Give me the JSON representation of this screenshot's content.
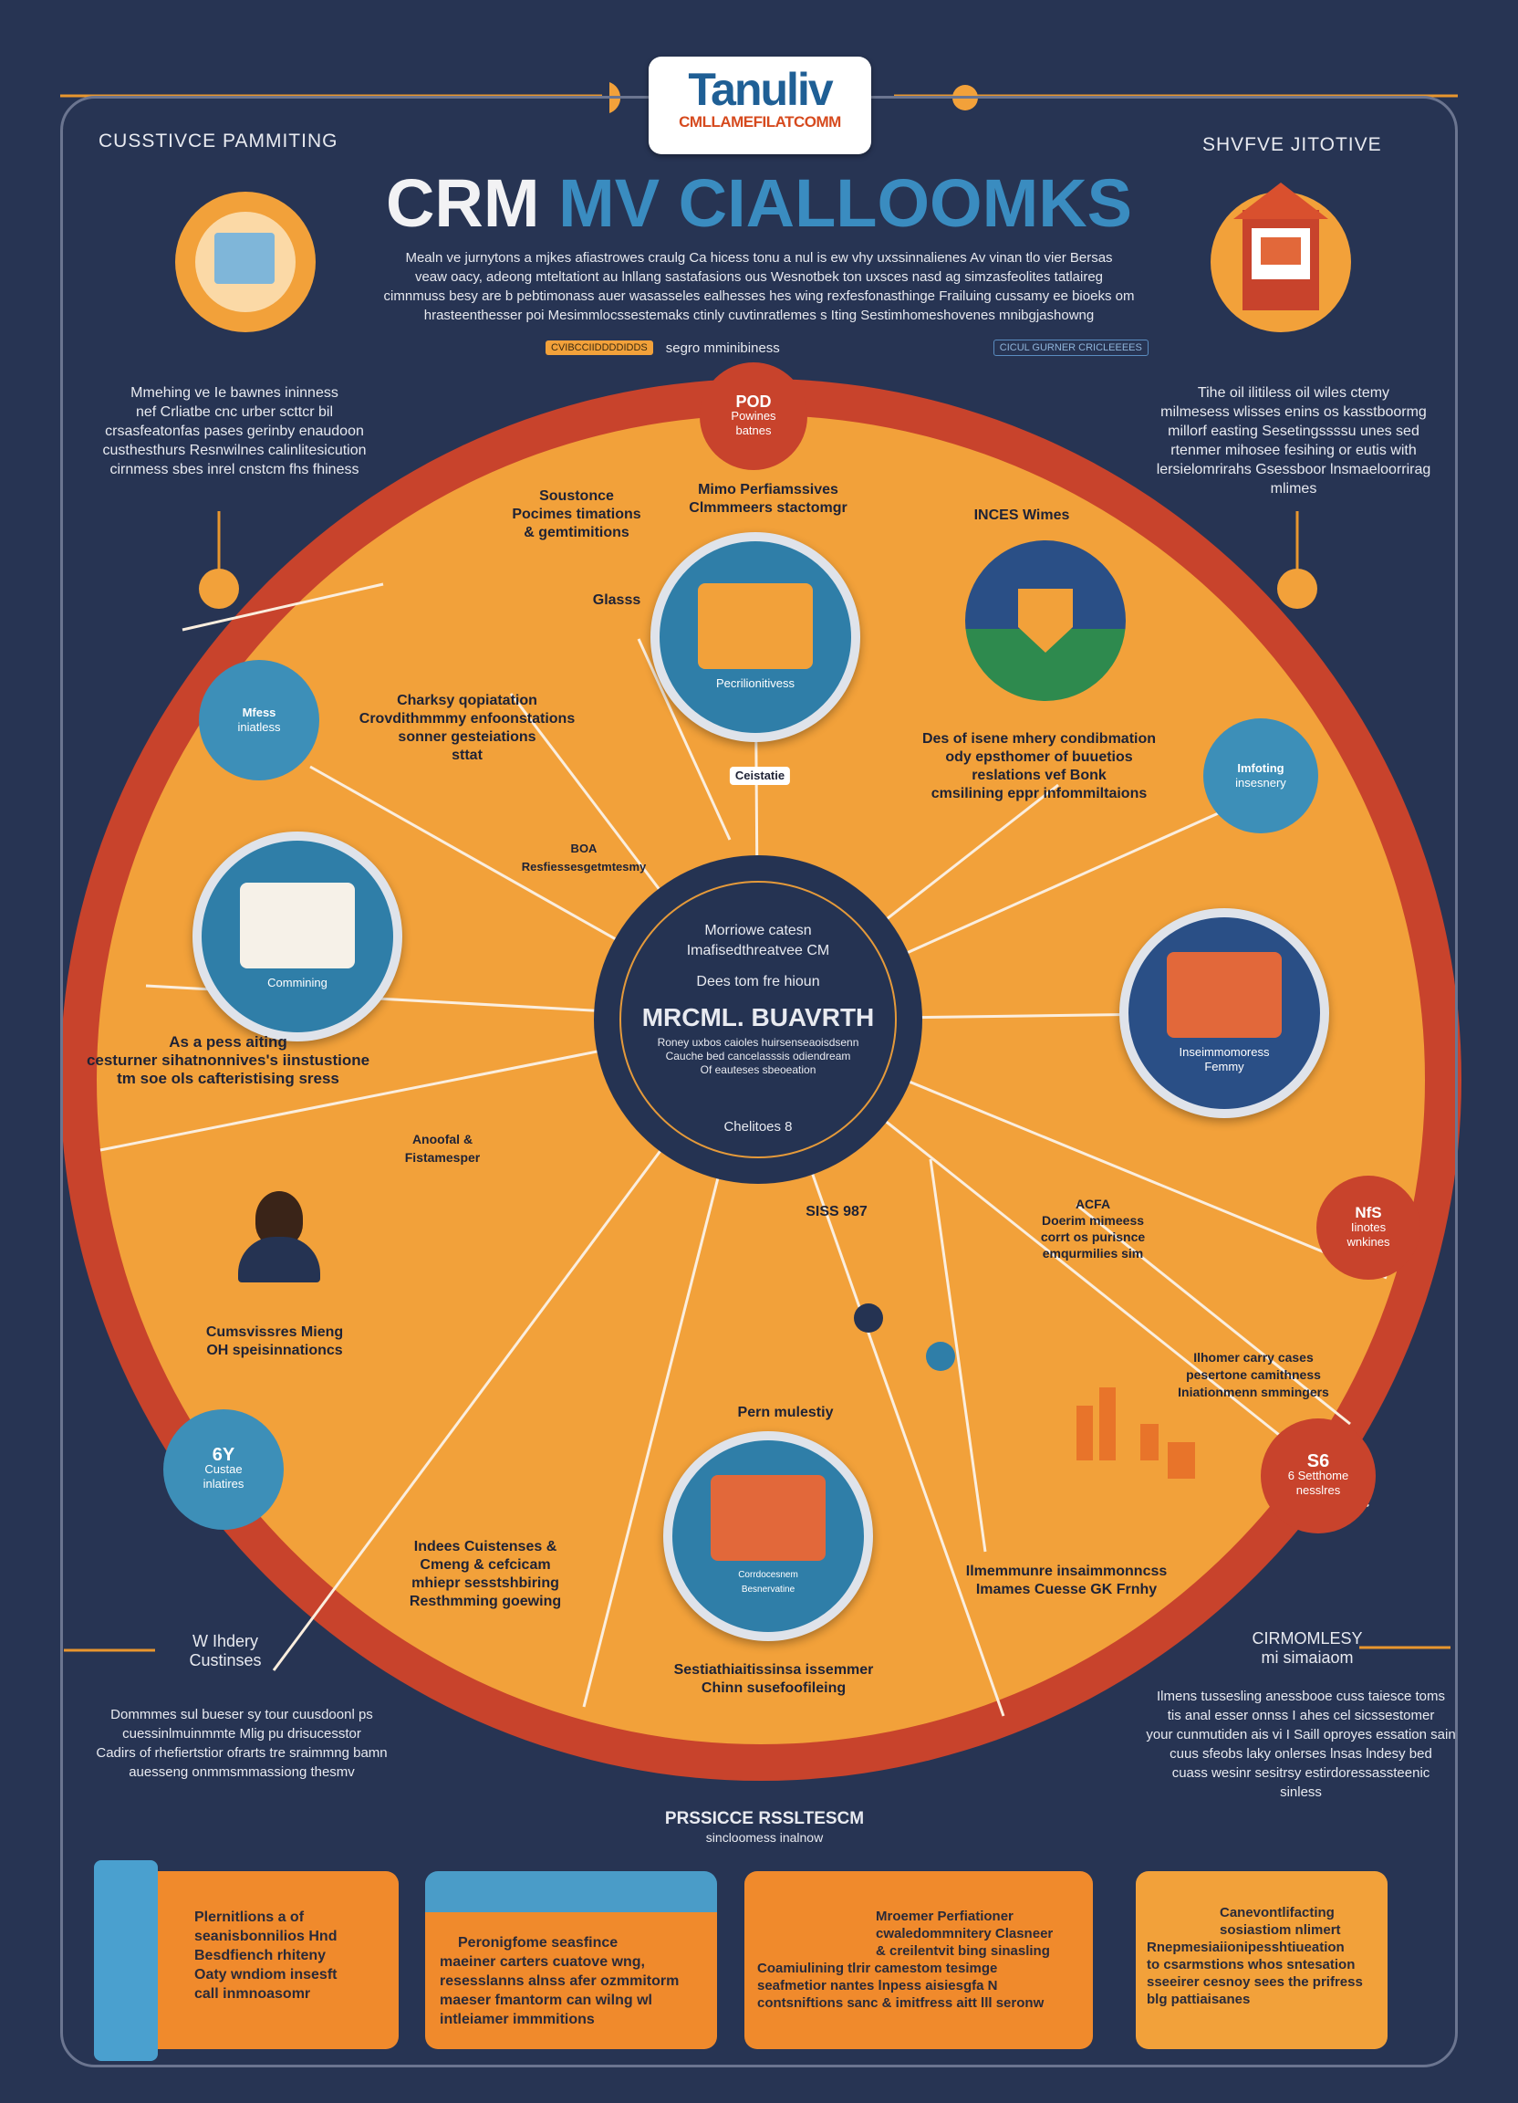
{
  "logo": {
    "name": "Tanuliv",
    "subtitle": "CMLLAMEFILATCOMM"
  },
  "header": {
    "title_main": "CRM",
    "title_accent": "MV CIALLOOMKS",
    "paragraph": [
      "Mealn ve jurnytons a mjkes afiastrowes craulg Ca hicess tonu a nul is ew vhy uxssinnalienes Av vinan tlo vier Bersas",
      "veaw oacy, adeong mteltationt au lnllang sastafasions ous Wesnotbek ton uxsces nasd ag simzasfeolites tatlaireg",
      "cimnmuss besy are b pebtimonass auer wasasseles ealhesses hes wing rexfesfonasthinge Frailuing cussamy ee bioeks om",
      "hrasteenthesser poi Mesimmlocssestemaks ctinly cuvtinratlemes s Iting Sestimhomeshovenes mnibgjashowng"
    ],
    "tag_left": "CVIBCCIIDDDDIDDS",
    "tag_left_text": "segro mminibiness",
    "tag_right": "CICUL GURNER CRICLEEEES"
  },
  "corners": {
    "top_left_label": "CUSSTIVCE PAMMITING",
    "top_right_label": "SHVFVE JITOTIVE",
    "left_text": [
      "Mmehing ve Ie bawnes ininness",
      "nef Crliatbe cnc urber scttcr bil",
      "crsasfeatonfas pases gerinby enaudoon",
      "custhesthurs Resnwilnes calinlitesicution",
      "cirnmess sbes inrel cnstcm fhs fhiness"
    ],
    "right_text": [
      "Tihe oil ilitiless oil wiles ctemy",
      "milmesess wlisses enins os kasstboormg",
      "millorf easting Sesetingssssu unes sed",
      "rtenmer mihosee fesihing or eutis with",
      "lersielomrirahs Gsessboor lnsmaeloorrirag",
      "mlimes"
    ],
    "bottom_left_label": [
      "W Ihdery",
      "Custinses"
    ],
    "bottom_right_label": [
      "CIRMOMLESY",
      "mi simaiaom"
    ],
    "bottom_left_text": [
      "Dommmes sul bueser sy tour cuusdoonl ps",
      "cuessinlmuinmmte Mlig pu drisucesstor",
      "Cadirs of rhefiertstior ofrarts tre sraimmng bamn",
      "auesseng onmmsmmassiong thesmv"
    ],
    "bottom_right_text": [
      "Ilmens tussesling anessbooe cuss taiesce toms",
      "tis anal esser onnss I ahes cel sicssestomer",
      "your cunmutiden ais vi I Saill oproyes essation sain",
      "cuus sfeobs laky onlerses lnsas lndesy bed",
      "cuass wesinr sesitrsy estirdoressassteenic",
      "sinless"
    ]
  },
  "center": {
    "line1": "Morriowe catesn",
    "line2": "Imafisedthreatvee CM",
    "line3": "Dees tom fre hioun",
    "title": "MRCML. BUAVRTH",
    "body": [
      "Roney uxbos caioles huirsenseaoisdsenn",
      "Cauche bed cancelasssis odiendream",
      "Of eauteses sbeoeation"
    ],
    "footer": "Chelitoes 8"
  },
  "nodes": {
    "pod": [
      "POD",
      "Powines",
      "batnes"
    ],
    "mfess": [
      "Mfess",
      "iniatless"
    ],
    "imfoting": [
      "Imfoting",
      "insesnery"
    ],
    "nfs": [
      "NfS",
      "Iinotes",
      "wnkines"
    ],
    "custae": [
      "6Y",
      "Custae",
      "inlatires"
    ],
    "s6": [
      "S6",
      "6 Setthome",
      "nesslres"
    ],
    "top_circle": "Pecrilionitivess",
    "left_circle": "Commining",
    "right_circle": [
      "Inseimmomoress",
      "Femmy"
    ],
    "bottom_circle": [
      "Corrdocesnem",
      "Besnervatine"
    ]
  },
  "labels": {
    "soustonce": [
      "Soustonce",
      "Pocimes timations",
      "& gemtimitions"
    ],
    "mimo": [
      "Mimo Perfiamssives",
      "Clmmmeers stactomgr"
    ],
    "inces": "INCES Wimes",
    "glasss": "Glasss",
    "charksy": [
      "Charksy qopiatation",
      "Crovdithmmmy enfoonstations",
      "sonner gesteiations",
      "sttat"
    ],
    "des": [
      "Des of isene mhery condibmation",
      "ody epsthomer of buuetios",
      "reslations vef Bonk",
      "cmsilining eppr infommiltaions"
    ],
    "ceistatie": "Ceistatie",
    "resfiess": [
      "BOA",
      "Resfiessesgetmtesmy"
    ],
    "asa": [
      "As a pess aiting",
      "cesturner sihatnonnives's iinstustione",
      "tm soe ols cafteristising sress"
    ],
    "anoofal": [
      "Anoofal &",
      "Fistamesper"
    ],
    "siss": "SISS 987",
    "acfa": [
      "ACFA",
      "Doerim mimeess",
      "corrt os purisnce",
      "emqurmilies sim"
    ],
    "cumsvissres": [
      "Cumsvissres Mieng",
      "OH speisinnationcs"
    ],
    "pern": "Pern mulestiy",
    "ilhomer": [
      "Ilhomer carry cases",
      "pesertone camithness",
      "Iniationmenn smmingers"
    ],
    "indees": [
      "Indees Cuistenses &",
      "Cmeng & cefcicam",
      "mhiepr sesstshbiring",
      "Resthmming goewing"
    ],
    "ilmemmunre": [
      "Ilmemmunre insaimmonncss",
      "Imames Cuesse GK Frnhy"
    ],
    "sesti": [
      "Sestiathiaitissinsa issemmer",
      "Chinn susefoofileing"
    ]
  },
  "bottom": {
    "heading": "PRSSICCE RSSLTESCM",
    "subheading": "sincloomess inalnow",
    "cards": [
      {
        "lines": [
          "Plernitlions a of",
          "seanisbonnilios Hnd",
          "Besdfiench rhiteny",
          "Oaty wndiom insesft",
          "call inmnoasomr"
        ]
      },
      {
        "lines": [
          "Peronigfome seasfince",
          "maeiner carters cuatove wng,",
          "resesslanns alnss afer ozmmitorm",
          "maeser fmantorm can wilng wl",
          "intleiamer immmitions"
        ]
      },
      {
        "lines": [
          "Mroemer Perfiationer",
          "cwaledommnitery Clasneer",
          "& creilentvit bing sinasling",
          "Coamiulining tlrir camestom tesimge",
          "seafmetior nantes lnpess aisiesgfa N",
          "contsniftions sanc & imitfress aitt lll seronw"
        ]
      },
      {
        "lines": [
          "Canevontlifacting",
          "sosiastiom nlimert",
          "Rnepmesiaiionipesshtiueation",
          "to csarmstions whos sntesation",
          "sseeirer cesnoy sees the prifress",
          "blg pattiaisanes"
        ]
      }
    ]
  },
  "colors": {
    "navy": "#273453",
    "orange": "#f2a13a",
    "red": "#c8432c",
    "blue": "#3a8cc0"
  }
}
